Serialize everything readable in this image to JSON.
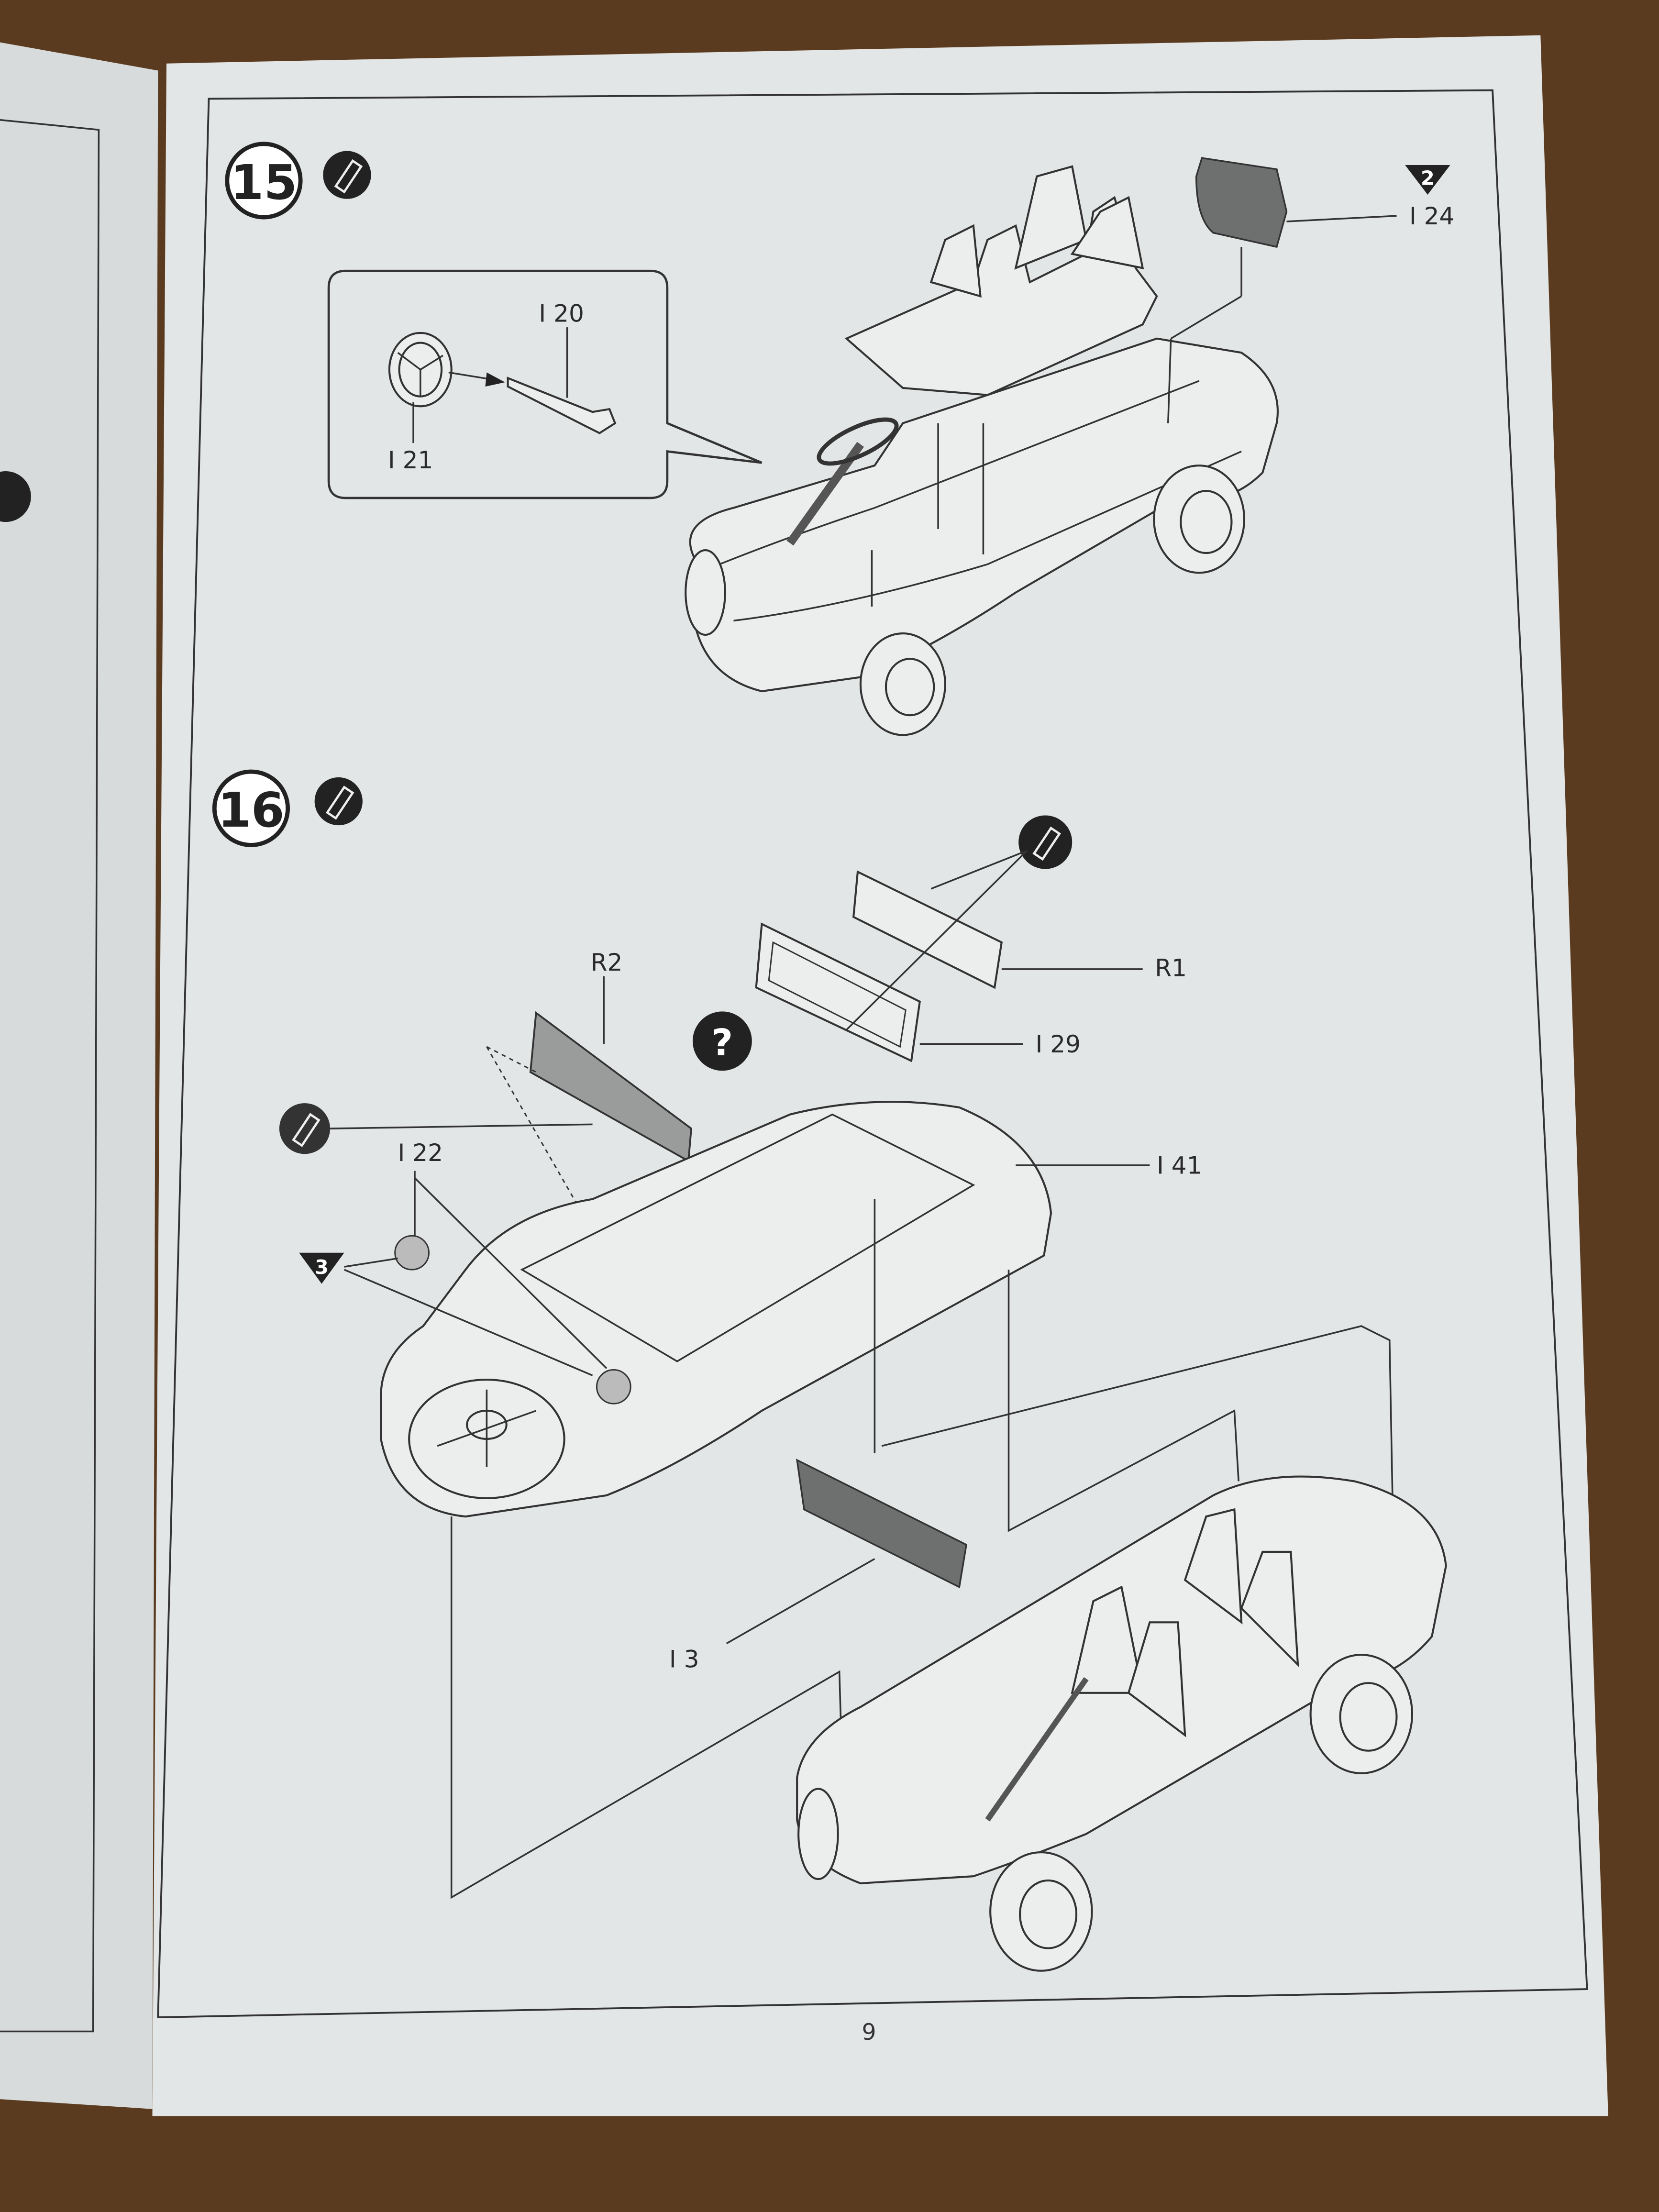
{
  "page_number": "9",
  "steps": [
    {
      "number": "15",
      "paint_icon": "paint-brush-icon",
      "labels": {
        "steering_shaft": "I 20",
        "steering_wheel": "I 21",
        "rear_panel": "I 24"
      },
      "marker": "2"
    },
    {
      "number": "16",
      "paint_icon": "paint-brush-icon",
      "labels": {
        "windscreen": "R2",
        "mirror": "R1",
        "mirror_frame": "I 29",
        "hull_top": "I 41",
        "headlights": "I 22",
        "rear_seat_back": "I 3"
      },
      "marker": "3",
      "help_icon": "question-icon"
    }
  ],
  "colors": {
    "paper": "#e3e6e6",
    "ink": "#2a2a2a",
    "wood": "#5b3b1f",
    "part_fill": "#6e7070"
  }
}
